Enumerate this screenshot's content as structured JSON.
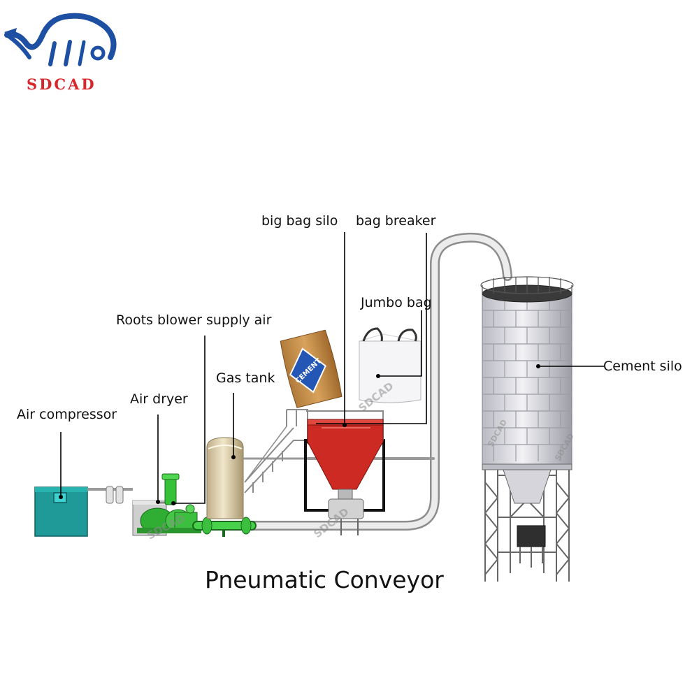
{
  "logo": {
    "brand": "SDCAD",
    "mark_color": "#1d4fa3",
    "brand_color": "#d8262b"
  },
  "title": "Pneumatic Conveyor",
  "labels": {
    "air_compressor": "Air compressor",
    "air_dryer": "Air dryer",
    "roots_blower": "Roots blower supply air",
    "gas_tank": "Gas tank",
    "big_bag_silo": "big bag silo",
    "bag_breaker": "bag breaker",
    "jumbo_bag": "Jumbo bag",
    "cement_silo": "Cement silo"
  },
  "cement_bag_text": "CEMENT",
  "watermark": "SDCAD",
  "colors": {
    "compressor": "#1f9a98",
    "blower": "#3cc03a",
    "hopper": "#cc2a22",
    "pipe": "#d9d9d9",
    "silo": "#e2e2e6",
    "bag": "#c8904a",
    "bag_diamond": "#2457b5"
  }
}
